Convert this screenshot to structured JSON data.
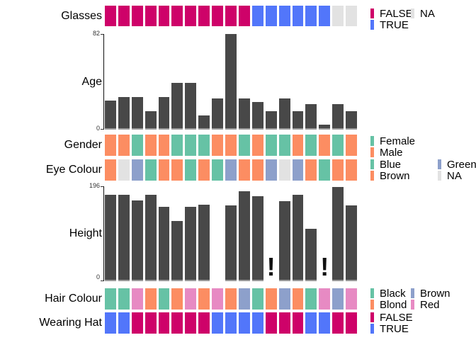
{
  "palette": {
    "false": "#CE0269",
    "true": "#5276FA",
    "na": "#E2E2E2",
    "green": "#66C2A5",
    "orange": "#FC8D62",
    "purple": "#8DA0CB",
    "pink": "#E78AC3",
    "bar": "#484848"
  },
  "chart_data": [
    {
      "id": "glasses",
      "type": "heatmap",
      "title": "Glasses",
      "values": [
        "FALSE",
        "FALSE",
        "FALSE",
        "FALSE",
        "FALSE",
        "FALSE",
        "FALSE",
        "FALSE",
        "FALSE",
        "FALSE",
        "FALSE",
        "TRUE",
        "TRUE",
        "TRUE",
        "TRUE",
        "TRUE",
        "TRUE",
        "NA",
        "NA"
      ],
      "color_map": {
        "FALSE": "false",
        "TRUE": "true",
        "NA": "na"
      },
      "legend_columns": [
        [
          {
            "label": "FALSE",
            "color": "false"
          },
          {
            "label": "TRUE",
            "color": "true"
          }
        ],
        [
          {
            "label": "NA",
            "color": "na"
          }
        ]
      ]
    },
    {
      "id": "age",
      "type": "bar",
      "title": "Age",
      "ylim": [
        0,
        82
      ],
      "axis_labels": {
        "top": "82",
        "bottom": "0"
      },
      "values": [
        25,
        28,
        28,
        16,
        28,
        40,
        40,
        12,
        27,
        82,
        27,
        24,
        16,
        27,
        16,
        22,
        4,
        22,
        16
      ]
    },
    {
      "id": "gender",
      "type": "heatmap",
      "title": "Gender",
      "values": [
        "Male",
        "Male",
        "Female",
        "Male",
        "Male",
        "Female",
        "Female",
        "Female",
        "Male",
        "Male",
        "Female",
        "Male",
        "Female",
        "Female",
        "Male",
        "Female",
        "Male",
        "Female",
        "Male"
      ],
      "color_map": {
        "Female": "green",
        "Male": "orange"
      },
      "legend_columns": [
        [
          {
            "label": "Female",
            "color": "green"
          },
          {
            "label": "Male",
            "color": "orange"
          }
        ]
      ]
    },
    {
      "id": "eye",
      "type": "heatmap",
      "title": "Eye Colour",
      "values": [
        "Brown",
        "NA",
        "Green",
        "Blue",
        "Brown",
        "Brown",
        "Blue",
        "Brown",
        "Blue",
        "Green",
        "Brown",
        "Brown",
        "Green",
        "NA",
        "Green",
        "Brown",
        "Blue",
        "Brown",
        "Brown"
      ],
      "color_map": {
        "Blue": "green",
        "Brown": "orange",
        "Green": "purple",
        "NA": "na"
      },
      "legend_columns": [
        [
          {
            "label": "Blue",
            "color": "green"
          },
          {
            "label": "Brown",
            "color": "orange"
          }
        ],
        [
          {
            "label": "Green",
            "color": "purple"
          },
          {
            "label": "NA",
            "color": "na"
          }
        ]
      ]
    },
    {
      "id": "height",
      "type": "bar",
      "title": "Height",
      "ylim": [
        0,
        196
      ],
      "axis_labels": {
        "top": "196",
        "bottom": "0"
      },
      "values": [
        178,
        178,
        167,
        179,
        154,
        125,
        154,
        158,
        null,
        157,
        186,
        176,
        null,
        166,
        179,
        108,
        null,
        194,
        156
      ],
      "missing_marker": {
        "symbol": "!",
        "positions": [
          13,
          17
        ]
      }
    },
    {
      "id": "hair",
      "type": "heatmap",
      "title": "Hair Colour",
      "values": [
        "Black",
        "Black",
        "Red",
        "Blond",
        "Black",
        "Blond",
        "Red",
        "Blond",
        "Red",
        "Blond",
        "Brown",
        "Black",
        "Blond",
        "Brown",
        "Blond",
        "Black",
        "Red",
        "Brown",
        "Red"
      ],
      "color_map": {
        "Black": "green",
        "Blond": "orange",
        "Brown": "purple",
        "Red": "pink"
      },
      "legend_columns": [
        [
          {
            "label": "Black",
            "color": "green"
          },
          {
            "label": "Blond",
            "color": "orange"
          }
        ],
        [
          {
            "label": "Brown",
            "color": "purple"
          },
          {
            "label": "Red",
            "color": "pink"
          }
        ]
      ]
    },
    {
      "id": "hat",
      "type": "heatmap",
      "title": "Wearing Hat",
      "values": [
        "TRUE",
        "TRUE",
        "FALSE",
        "FALSE",
        "FALSE",
        "FALSE",
        "FALSE",
        "FALSE",
        "TRUE",
        "TRUE",
        "TRUE",
        "TRUE",
        "FALSE",
        "FALSE",
        "FALSE",
        "TRUE",
        "TRUE",
        "FALSE",
        "FALSE"
      ],
      "color_map": {
        "FALSE": "false",
        "TRUE": "true"
      },
      "legend_columns": [
        [
          {
            "label": "FALSE",
            "color": "false"
          },
          {
            "label": "TRUE",
            "color": "true"
          }
        ]
      ]
    }
  ]
}
